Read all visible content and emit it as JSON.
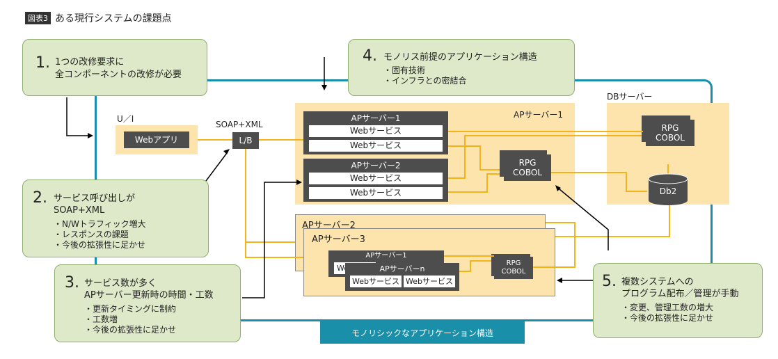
{
  "title": {
    "tag": "図表3",
    "text": "ある現行システムの課題点"
  },
  "ui": {
    "label": "U／I",
    "webapp": "Webアプリ"
  },
  "soap": {
    "label": "SOAP+XML",
    "lb": "L/B"
  },
  "ap1_group": {
    "label": "APサーバー1",
    "server1": "APサーバー1",
    "server2": "APサーバー2",
    "ws": "Webサービス",
    "rpg": "RPG",
    "cobol": "COBOL"
  },
  "ap_stack": {
    "ap2": "APサーバー2",
    "ap3": "APサーバー3",
    "inner1": "APサーバー1",
    "inner_n": "APサーバーn",
    "ws": "Webサービス",
    "ws_partial": "We",
    "rpg": "RPG",
    "cobol": "COBOL"
  },
  "db": {
    "label": "DBサーバー",
    "rpg": "RPG",
    "cobol": "COBOL",
    "db2": "Db2"
  },
  "callouts": [
    {
      "num": "1.",
      "lines": [
        "1つの改修要求に",
        "全コンポーネントの改修が必要"
      ],
      "bullets": []
    },
    {
      "num": "2.",
      "lines": [
        "サービス呼び出しが",
        "SOAP+XML"
      ],
      "bullets": [
        "・N/Wトラフィック増大",
        "・レスポンスの課題",
        "・今後の拡張性に足かせ"
      ]
    },
    {
      "num": "3.",
      "lines": [
        "サービス数が多く",
        "APサーバー更新時の時間・工数"
      ],
      "bullets": [
        "・更新タイミングに制約",
        "・工数増",
        "・今後の拡張性に足かせ"
      ]
    },
    {
      "num": "4.",
      "lines": [
        "モノリス前提のアプリケーション構造"
      ],
      "bullets": [
        "・固有技術",
        "・インフラとの密結合"
      ]
    },
    {
      "num": "5.",
      "lines": [
        "複数システムへの",
        "プログラム配布／管理が手動"
      ],
      "bullets": [
        "・変更、管理工数の増大",
        "・今後の拡張性に足かせ"
      ]
    }
  ],
  "footer": "モノリシックなアプリケーション構造",
  "colors": {
    "frame": "#1b8eab",
    "server_area": "#fde4ad",
    "callout": "#dde9c8",
    "dark_box": "#4d4d4d",
    "line": "#f2b31d"
  }
}
